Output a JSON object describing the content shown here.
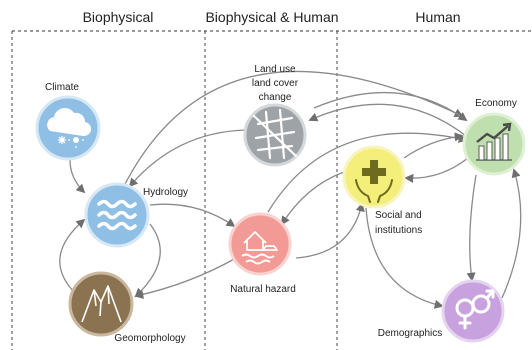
{
  "columns": {
    "biophysical": "Biophysical",
    "both": "Biophysical & Human",
    "human": "Human"
  },
  "nodes": {
    "climate": {
      "label": "Climate",
      "color": "#8fbfe4"
    },
    "hydrology": {
      "label": "Hydrology",
      "color": "#8fbfe4"
    },
    "geomorphology": {
      "label": "Geomorphology",
      "color": "#8b7352"
    },
    "land_use": {
      "label_lines": [
        "Land use",
        "land cover",
        "change"
      ],
      "color": "#9ea3a8"
    },
    "natural_hazard": {
      "label": "Natural hazard",
      "color": "#f29a95"
    },
    "social": {
      "label_lines": [
        "Social and",
        "institutions"
      ],
      "color": "#f4ee7a"
    },
    "economy": {
      "label": "Economy",
      "color": "#bfe0ae"
    },
    "demographics": {
      "label": "Demographics",
      "color": "#c8a2de"
    }
  },
  "icons": {
    "climate": "cloud-snow-sun-icon",
    "hydrology": "waves-icon",
    "geomorphology": "mountains-icon",
    "land_use": "city-map-icon",
    "natural_hazard": "flooded-house-icon",
    "social": "hands-cross-icon",
    "economy": "growth-chart-icon",
    "demographics": "gender-symbols-icon"
  }
}
